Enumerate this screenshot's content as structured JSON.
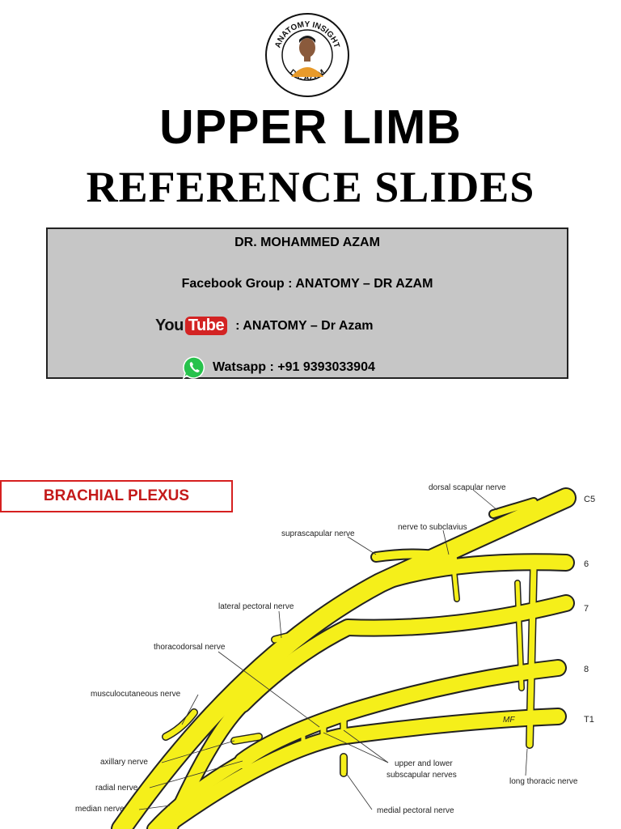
{
  "logo": {
    "top_text": "ANATOMY INSIGHT",
    "bottom_text": "DR. AZAM"
  },
  "title": "UPPER LIMB",
  "subtitle": "REFERENCE SLIDES",
  "info": {
    "author": "DR. MOHAMMED AZAM",
    "facebook": "Facebook Group : ANATOMY – DR AZAM",
    "youtube_you": "You",
    "youtube_tube": "Tube",
    "youtube": ":  ANATOMY – Dr Azam",
    "whatsapp": "Watsapp : +91 9393033904"
  },
  "section_label": "BRACHIAL PLEXUS",
  "diagram": {
    "roots": [
      "C5",
      "6",
      "7",
      "8",
      "T1"
    ],
    "labels": {
      "dorsal_scapular": "dorsal scapular nerve",
      "nerve_to_subclavius": "nerve to subclavius",
      "suprascapular": "suprascapular nerve",
      "lateral_pectoral": "lateral pectoral nerve",
      "thoracodorsal": "thoracodorsal nerve",
      "musculocutaneous": "musculocutaneous nerve",
      "axillary": "axillary nerve",
      "radial": "radial nerve",
      "median": "median nerve",
      "subscapular_1": "upper and lower",
      "subscapular_2": "subscapular nerves",
      "long_thoracic": "long thoracic nerve",
      "medial_pectoral": "medial pectoral nerve",
      "artist_mark": "MF"
    },
    "colors": {
      "nerve": "#f5ef1a",
      "outline": "#222222"
    }
  }
}
